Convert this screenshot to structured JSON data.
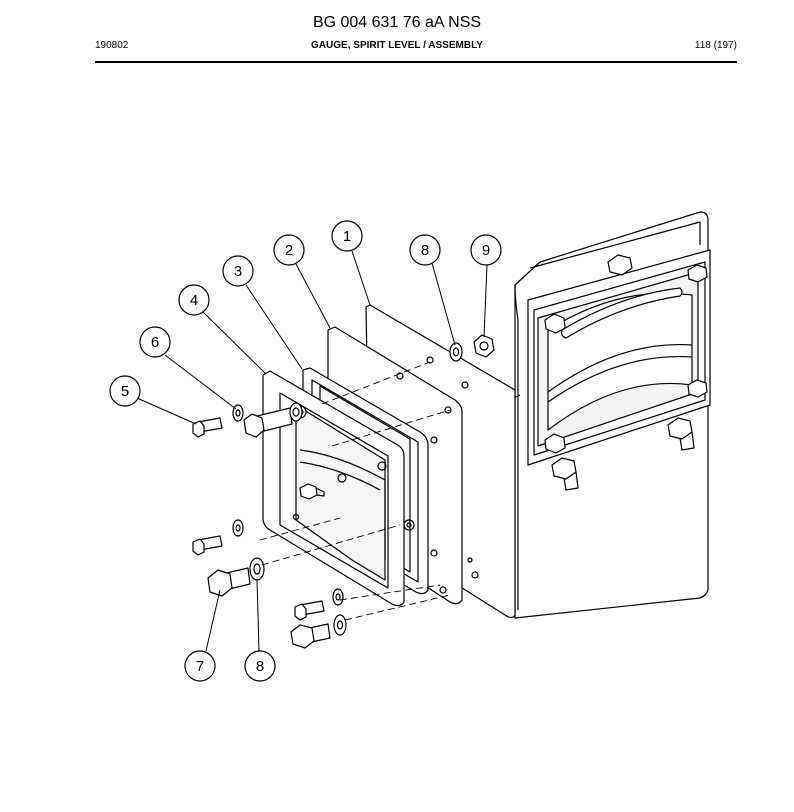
{
  "header": {
    "doc_number": "BG 004 631 76 aA NSS",
    "date_code": "190802",
    "title": "GAUGE, SPIRIT LEVEL / ASSEMBLY",
    "page": "118 (197)"
  },
  "callouts": [
    "1",
    "2",
    "3",
    "4",
    "5",
    "6",
    "7",
    "8",
    "8",
    "9"
  ]
}
